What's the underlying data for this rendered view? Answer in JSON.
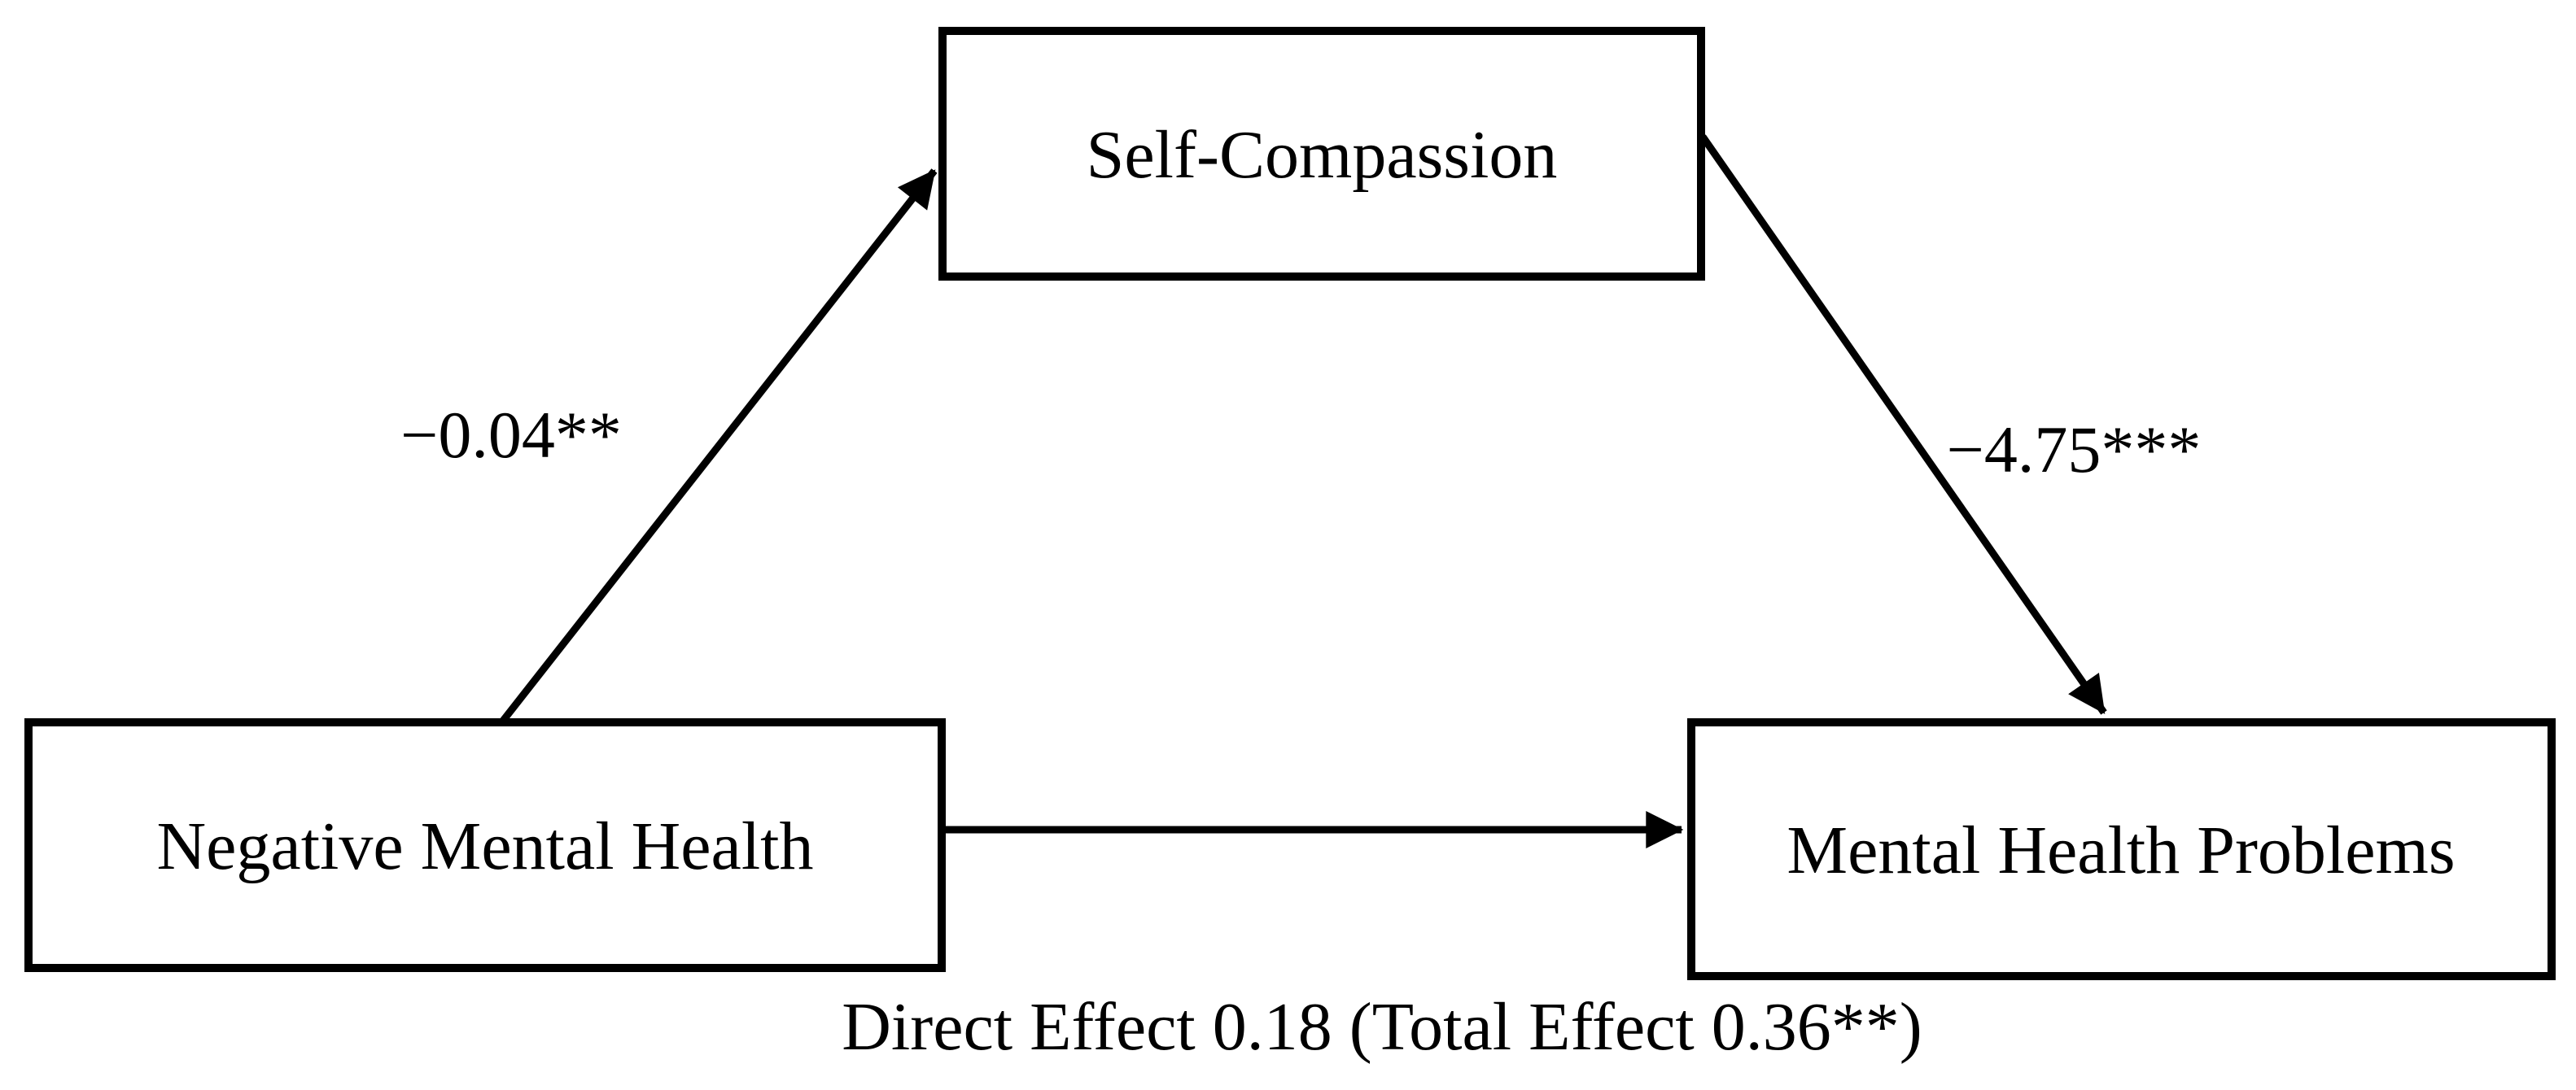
{
  "figure": {
    "background_color": "#ffffff",
    "stroke_color": "#000000",
    "nodes": {
      "mediator": {
        "label": "Self-Compassion"
      },
      "predictor": {
        "label": "Negative Mental Health"
      },
      "outcome": {
        "label": "Mental Health Problems"
      }
    },
    "paths": {
      "a": {
        "from": "Negative Mental Health",
        "to": "Self-Compassion",
        "coefficient": "−0.04**"
      },
      "b": {
        "from": "Self-Compassion",
        "to": "Mental Health Problems",
        "coefficient": "−4.75***"
      },
      "direct": {
        "from": "Negative Mental Health",
        "to": "Mental Health Problems"
      }
    },
    "caption": "Direct Effect 0.18 (Total Effect 0.36**)"
  }
}
